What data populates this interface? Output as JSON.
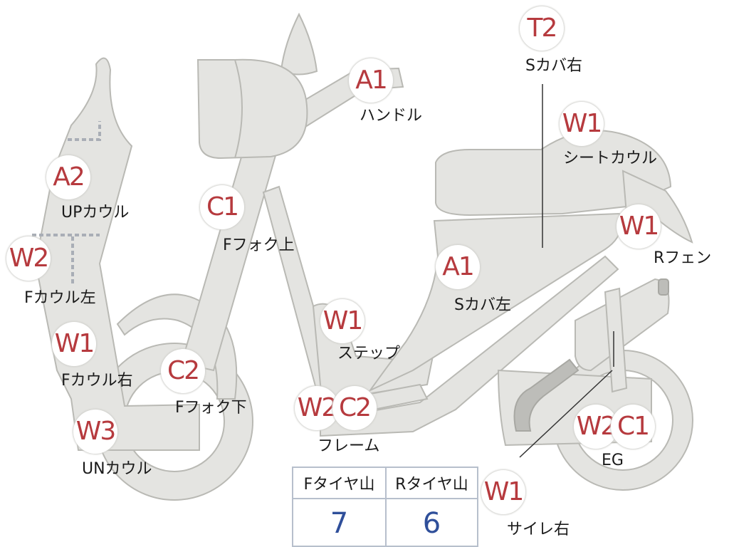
{
  "badges": {
    "t2": "T2",
    "a1_handle": "A1",
    "w1_seat": "W1",
    "a2": "A2",
    "c1_ffork": "C1",
    "w1_rfender": "W1",
    "w2_fcowl": "W2",
    "a1_scover": "A1",
    "w1_step": "W1",
    "w1_fcowl": "W1",
    "c2_ffork": "C2",
    "w2_frame": "W2",
    "c2_frame": "C2",
    "w3": "W3",
    "w2_eg": "W2",
    "c1_eg": "C1",
    "w1_muffler": "W1"
  },
  "labels": {
    "s_cover_right": "Sカバ右",
    "handle": "ハンドル",
    "seat_cowl": "シートカウル",
    "up_cowl": "UPカウル",
    "f_fork_upper": "Fフォク上",
    "r_fender": "Rフェン",
    "f_cowl_left": "Fカウル左",
    "s_cover_left": "Sカバ左",
    "step": "ステップ",
    "f_cowl_right": "Fカウル右",
    "f_fork_lower": "Fフォク下",
    "frame": "フレーム",
    "un_cowl": "UNカウル",
    "eg": "EG",
    "muffler_right": "サイレ右"
  },
  "tire_table": {
    "front_header": "Fタイヤ山",
    "rear_header": "Rタイヤ山",
    "front_value": "7",
    "rear_value": "6"
  },
  "colors": {
    "part_fill": "#e4e4e1",
    "part_stroke": "#b9b9b4",
    "badge_text": "#b63a3e",
    "value_text": "#2f4f9a",
    "table_border": "#b7bfcc"
  }
}
